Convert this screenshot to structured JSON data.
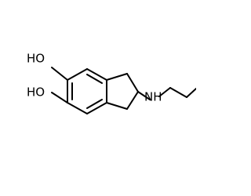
{
  "molecule": {
    "atoms": {
      "oh_top": "HO",
      "oh_bottom": "HO",
      "amine": "NH"
    }
  }
}
